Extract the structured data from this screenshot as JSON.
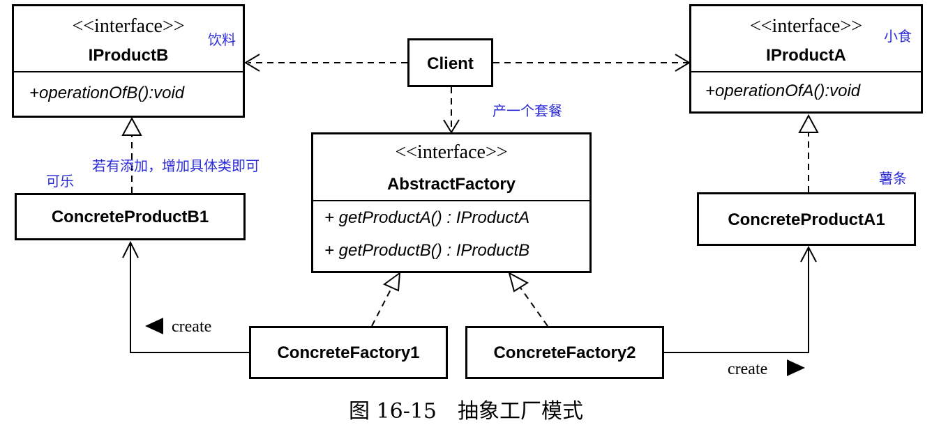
{
  "diagram": {
    "iproduct_b": {
      "stereotype": "<<interface>>",
      "name": "IProductB",
      "operation": "+operationOfB():void"
    },
    "iproduct_a": {
      "stereotype": "<<interface>>",
      "name": "IProductA",
      "operation": "+operationOfA():void"
    },
    "client": {
      "name": "Client"
    },
    "abstract_factory": {
      "stereotype": "<<interface>>",
      "name": "AbstractFactory",
      "operations": [
        "+ getProductA() : IProductA",
        "+ getProductB() : IProductB"
      ]
    },
    "concrete_product_b1": {
      "name": "ConcreteProductB1"
    },
    "concrete_product_a1": {
      "name": "ConcreteProductA1"
    },
    "concrete_factory_1": {
      "name": "ConcreteFactory1"
    },
    "concrete_factory_2": {
      "name": "ConcreteFactory2"
    },
    "create_left": "create",
    "create_right": "create"
  },
  "annotations": {
    "drink": "饮料",
    "snack": "小食",
    "combo": "产一个套餐",
    "add_more": "若有添加，增加具体类即可",
    "cola": "可乐",
    "fries": "薯条"
  },
  "caption": "图 16-15　抽象工厂模式",
  "colors": {
    "annotation": "#2a2ad8",
    "lines": "#000000"
  }
}
